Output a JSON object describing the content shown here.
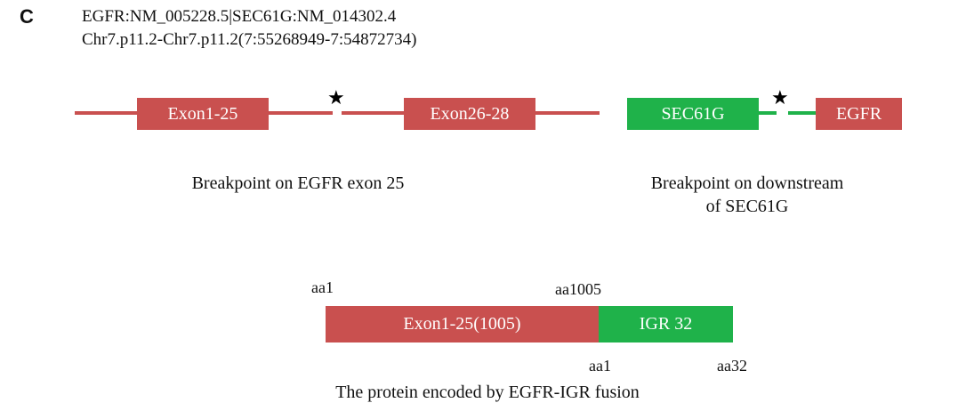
{
  "panel_letter": "C",
  "header": {
    "line1": "EGFR:NM_005228.5|SEC61G:NM_014302.4",
    "line2": "Chr7.p11.2-Chr7.p11.2(7:55268949-7:54872734)"
  },
  "colors": {
    "egfr_red": "#c9504f",
    "sec61g_green": "#1fb24a",
    "text": "#111111",
    "star": "#000000"
  },
  "left_diagram": {
    "exon_a": "Exon1-25",
    "exon_b": "Exon26-28",
    "star_icon": "★",
    "caption": "Breakpoint on EGFR exon 25"
  },
  "right_diagram": {
    "gene_a": "SEC61G",
    "gene_b": "EGFR",
    "star_icon": "★",
    "caption_line1": "Breakpoint on downstream",
    "caption_line2": "of SEC61G"
  },
  "protein": {
    "label_aa1_left": "aa1",
    "label_aa1005": "aa1005",
    "segment_a": "Exon1-25(1005)",
    "segment_b": "IGR 32",
    "label_aa1_right": "aa1",
    "label_aa32": "aa32",
    "caption": "The protein encoded by EGFR-IGR fusion"
  }
}
